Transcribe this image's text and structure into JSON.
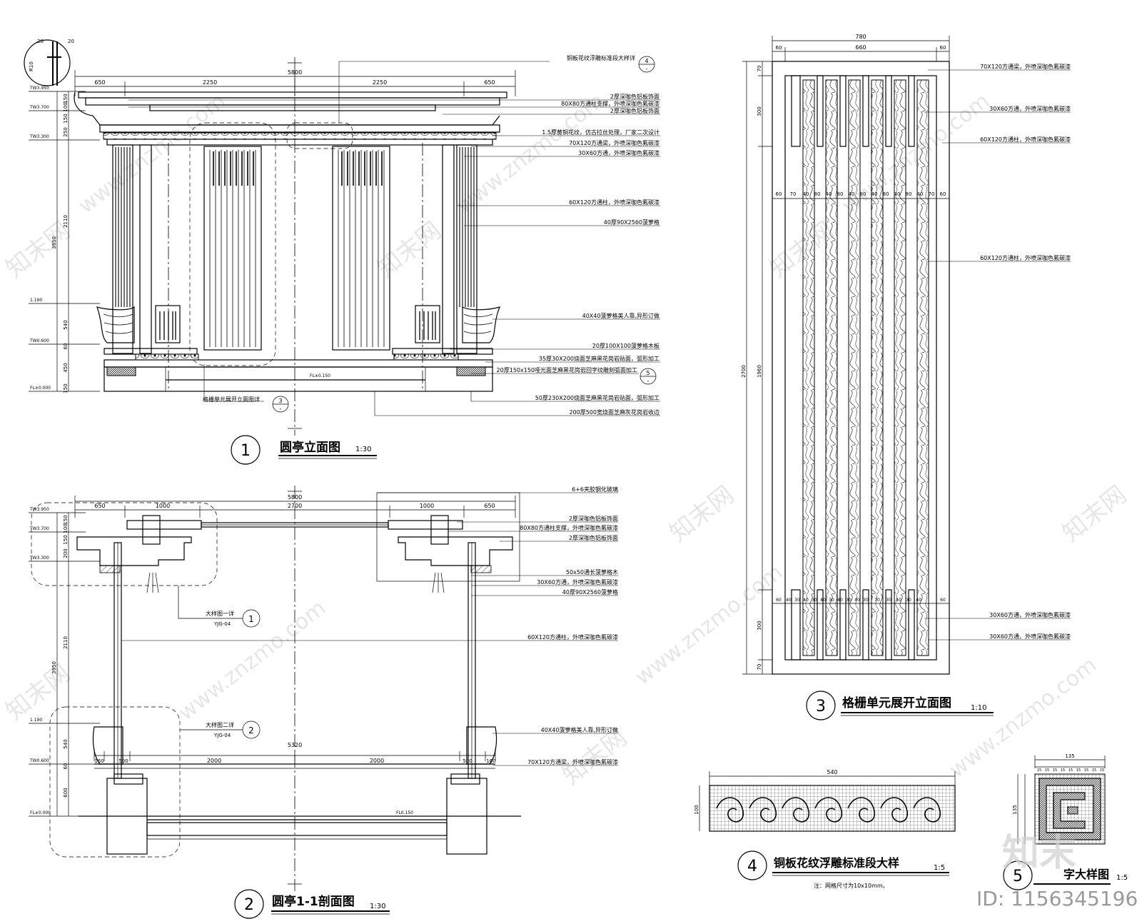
{
  "watermark": {
    "site": "www.znzmo.com",
    "brand": "知末网",
    "logo_text": "知末",
    "id_label": "ID: 1156345196"
  },
  "view1": {
    "number": "1",
    "title": "圆亭立面图",
    "scale": "1:30",
    "top_dims": [
      "650",
      "2250",
      "2250",
      "650"
    ],
    "overall_dim": "5800",
    "left_levels": [
      "TW3.950",
      "TW3.700",
      "TW3.300",
      "1.190",
      "TW0.600",
      "FL±0.000"
    ],
    "left_dims": [
      "150",
      "100",
      "150",
      "250",
      "2110",
      "3950",
      "540",
      "60",
      "450",
      "150"
    ],
    "small_dims": [
      "20",
      "20"
    ],
    "ref_left": {
      "text": "格栅单元展开立面图详",
      "num": "3",
      "sheet": "-"
    },
    "ref_top": {
      "text": "铜板花纹浮雕标准段大样详",
      "num": "4",
      "sheet": "-"
    },
    "ref_right": {
      "num": "5",
      "sheet": "-"
    },
    "floor_level": "FL±0.150",
    "notes": [
      "2厚深咖色铝板饰面",
      "80X80方通柱支撑，外喷深咖色氟碳漆",
      "2厚深咖色铝板饰面",
      "1.5厚黄铜花纹，仿古拉丝处理，厂家二次设计",
      "70X120方通梁，外喷深咖色氟碳漆",
      "30X60方通，外喷深咖色氟碳漆",
      "60X120方通柱，外喷深咖色氟碳漆",
      "40厚90X2560菠萝格",
      "40X40菠萝格美人靠,异形订做",
      "20厚100X100菠萝格木板",
      "35厚30X200烧面芝麻黑花岗岩贴面，弧形加工",
      "20厚150x150哑光面芝麻黑花岗岩回字纹雕刻弧面加工",
      "50厚230X200烧面芝麻黑花岗岩贴面，弧形加工",
      "200厚500宽烧面芝麻灰花岗岩收边"
    ]
  },
  "view2": {
    "number": "2",
    "title": "圆亭1-1剖面图",
    "scale": "1:30",
    "top_dims": [
      "650",
      "1000",
      "2700",
      "1000",
      "650"
    ],
    "overall_dim": "5800",
    "bottom_dims": [
      "160",
      "500",
      "2000",
      "2000",
      "500",
      "160"
    ],
    "bottom_overall": "5320",
    "left_levels": [
      "TW3.950",
      "TW3.700",
      "TW3.300",
      "1.190",
      "TW0.600",
      "FL±0.000"
    ],
    "left_dims": [
      "150",
      "100",
      "150",
      "200",
      "2110",
      "3950",
      "540",
      "60",
      "600"
    ],
    "floor_level": "FL0.150",
    "detail1": {
      "label": "大样图一详",
      "num": "1",
      "sheet": "YJG-04"
    },
    "detail2": {
      "label": "大样图二详",
      "num": "2",
      "sheet": "YJG-04"
    },
    "notes": [
      "6+6夹胶钢化玻璃",
      "2厚深咖色铝板饰面",
      "80X80方通柱支撑，外喷深咖色氟碳漆",
      "2厚深咖色铝板饰面",
      "50x50通长菠萝格木",
      "30X60方通，外喷深咖色氟碳漆",
      "40厚90X2560菠萝格",
      "60X120方通柱，外喷深咖色氟碳漆",
      "40X40菠萝格美人靠,异形订做",
      "70X120方通梁，外喷深咖色氟碳漆"
    ]
  },
  "view3": {
    "number": "3",
    "title": "格栅单元展开立面图",
    "scale": "1:10",
    "top_overall": "780",
    "top_dims": [
      "60",
      "660",
      "60"
    ],
    "left_dims": [
      "70",
      "300",
      "2700",
      "1960",
      "300",
      "70"
    ],
    "mid_row": [
      "60",
      "70",
      "40",
      "80",
      "40",
      "80",
      "40",
      "80",
      "40",
      "80",
      "40",
      "80",
      "40",
      "70",
      "60"
    ],
    "low_row": [
      "60",
      "40",
      "30",
      "40",
      "30",
      "40",
      "30",
      "40",
      "30",
      "40",
      "30",
      "70",
      "30",
      "40",
      "30",
      "40",
      "60"
    ],
    "notes": [
      "70X120方通梁，外喷深咖色氟碳漆",
      "30X60方通，外喷深咖色氟碳漆",
      "60X120方通柱，外喷深咖色氟碳漆",
      "60X120方通柱，外喷深咖色氟碳漆",
      "30X60方通，外喷深咖色氟碳漆",
      "30X60方通，外喷深咖色氟碳漆"
    ]
  },
  "view4": {
    "number": "4",
    "title": "铜板花纹浮雕标准段大样",
    "scale": "1:5",
    "width_dim": "540",
    "height_dim": "100",
    "note": "注：网格尺寸为10x10mm。"
  },
  "view5": {
    "number": "5",
    "title": "字大样图",
    "scale": "1:5",
    "width_dim": "135",
    "height_dim": "135",
    "grid_dims": [
      "15",
      "15",
      "15",
      "15",
      "15",
      "15",
      "15",
      "15",
      "15"
    ]
  }
}
